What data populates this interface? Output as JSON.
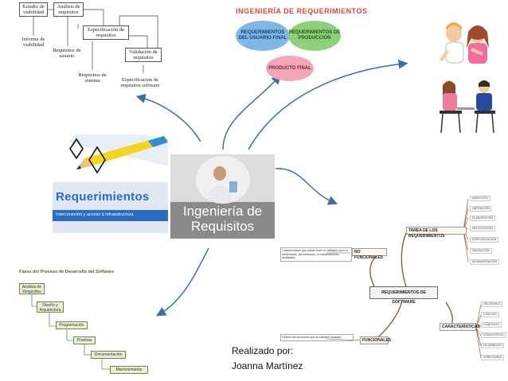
{
  "flow": {
    "estudio": "Estudio de viabilidad",
    "analisis": "Análisis de requisitos",
    "especificacion": "Especificación de requisitos",
    "validacion": "Validación de requisitos",
    "informe": "Informe de viabilidad",
    "req_usuario": "Requisitos de usuario",
    "req_sistema": "Requisitos de sistema",
    "espec_software": "Especificación de requisitos software"
  },
  "product": {
    "title": "INGENIERÍA DE REQUERIMIENTOS",
    "usuario": "REQUERIMIENTOS DEL USUARIO FINAL",
    "produccion": "REQUERIMIENTOS DE PRODUCCIÓN",
    "final": "PRODUCTO FINAL"
  },
  "center": {
    "line1": "Ingeniería de",
    "line2": "Requisitos"
  },
  "req_image": {
    "title": "Requerimientos",
    "subtitle": "Interconexión y acceso a infraestructura"
  },
  "phases": {
    "title": "Fases del Proceso de Desarrollo del Software",
    "items": [
      "Análisis de Requisitos",
      "Diseño y Arquitectura",
      "Programación",
      "Pruebas",
      "Documentación",
      "Mantenimiento"
    ]
  },
  "mindmap": {
    "center": "REQUERIMIENTOS DE SOFTWARE",
    "tarea": "TAREA DE LOS REQUERIMIENTOS",
    "tarea_items": [
      "INICIACIÓN",
      "OBTENCIÓN",
      "ELABORACIÓN",
      "NEGOCIACIÓN",
      "ESPECIFICACIÓN",
      "VALIDACIÓN",
      "ADMINISTRACIÓN"
    ],
    "no_funcionales": "NO FUNCIONALES",
    "no_funcionales_desc": "Características que puede tener el software como el rendimiento, las interfaces, el mantenimiento, facilidades",
    "funcionales": "FUNCIONALES",
    "funcionales_desc": "Definen las funciones que el software realizará",
    "caracteristicas": "CARACTERÍSTICAS",
    "caracteristicas_items": [
      "NECESARIO",
      "CONCISO",
      "COMPLETO",
      "CONSISTENTE",
      "NO AMBIGUO",
      "VERIFICABLE"
    ]
  },
  "credit": {
    "line1": "Realizado por:",
    "line2": "Joanna Martínez"
  },
  "colors": {
    "arrow": "#3a6ea5",
    "title_red": "#d8453a",
    "oval_blue": "#7fb7e6",
    "oval_green": "#8ed07a",
    "oval_pink": "#f2a7b8"
  }
}
